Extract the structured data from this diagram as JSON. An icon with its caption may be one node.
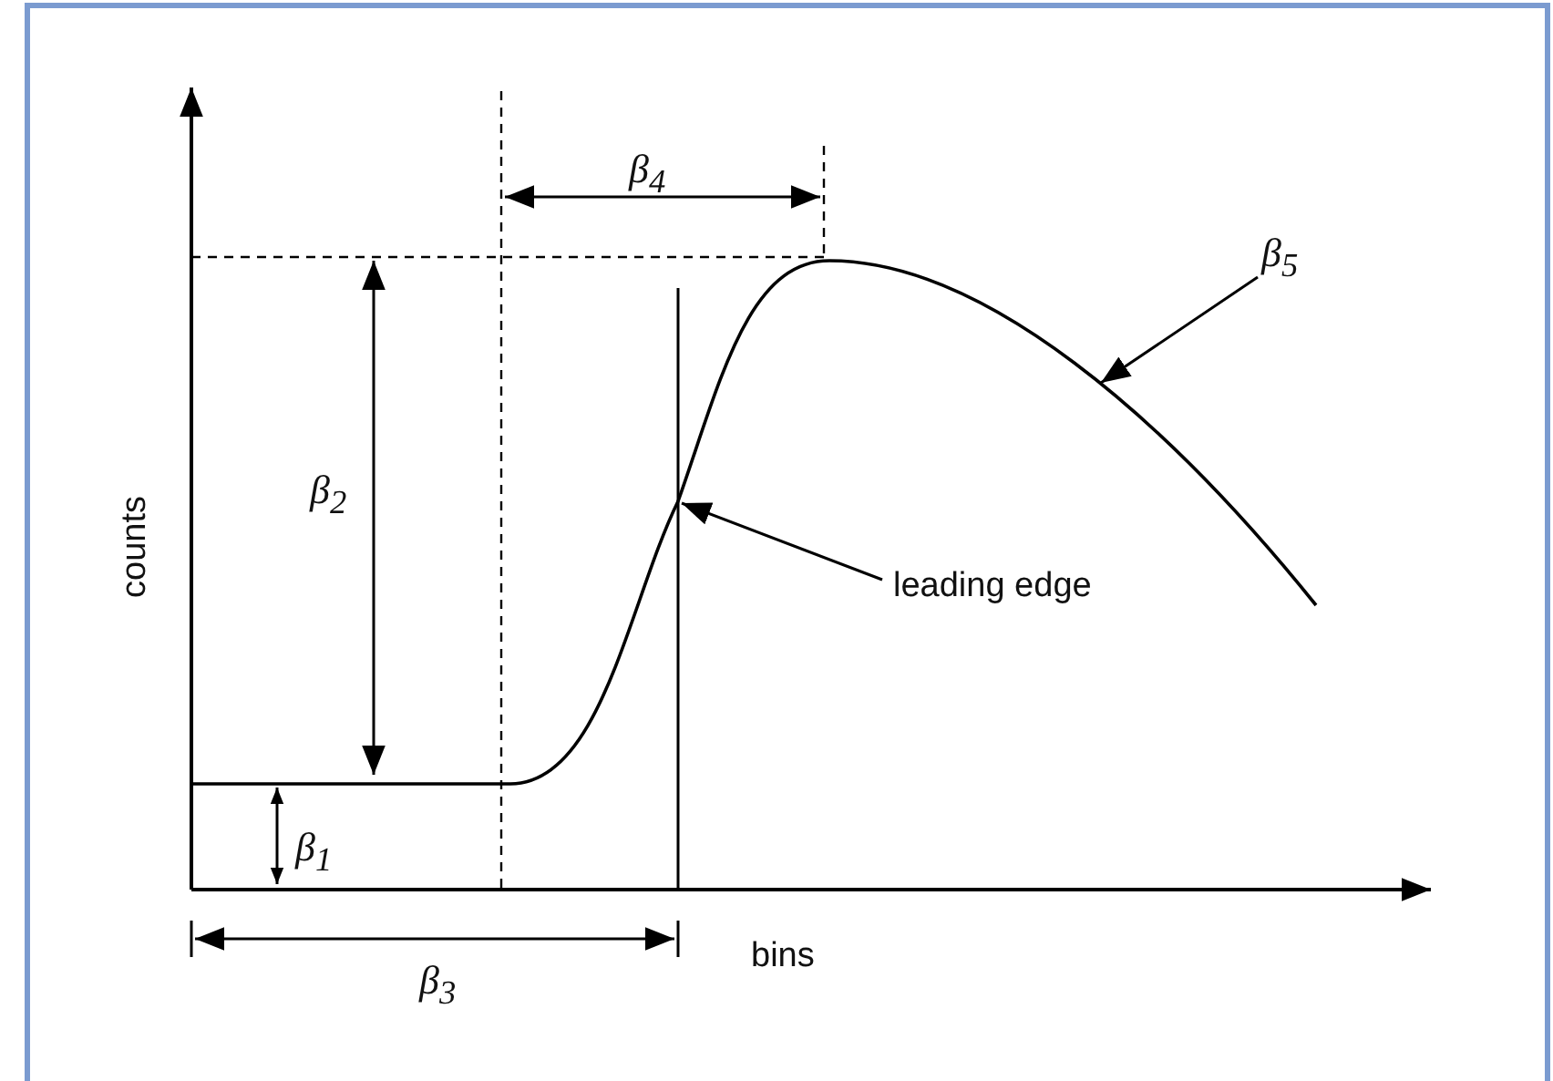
{
  "diagram": {
    "nodes": [
      {
        "text": [
          "leading edge"
        ]
      },
      {
        "text": [
          "β$_{5}$"
        ]
      }
    ],
    "edges": [
      {
        "from": 0,
        "to": null,
        "arrow": "to"
      },
      {
        "from": 1,
        "to": null,
        "arrow": "to"
      }
    ],
    "labels": [
      "β$_{4}$",
      "β$_{2}$",
      "counts",
      "β$_{1}$",
      "β$_{3}$",
      "bins"
    ]
  }
}
